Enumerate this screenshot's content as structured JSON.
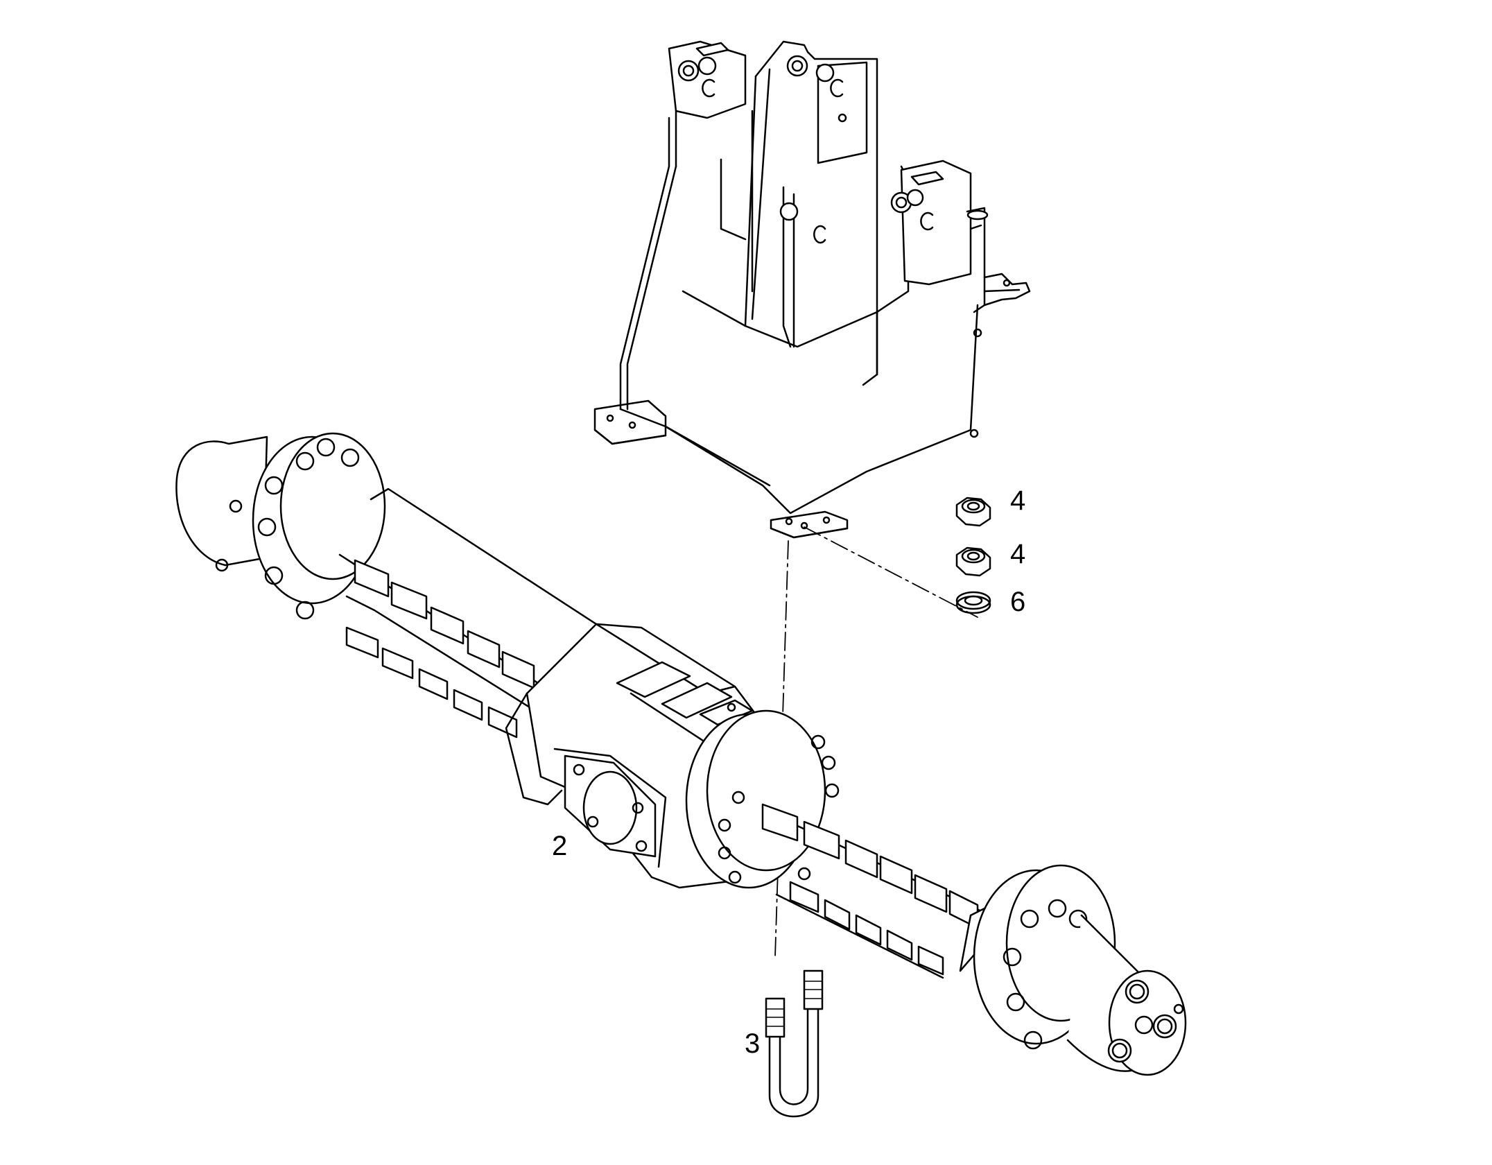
{
  "callouts": {
    "nut_upper": "4",
    "nut_lower": "4",
    "washer": "6",
    "axle": "2",
    "u_bolt": "3"
  },
  "colors": {
    "line": "#000000",
    "background": "#ffffff"
  }
}
